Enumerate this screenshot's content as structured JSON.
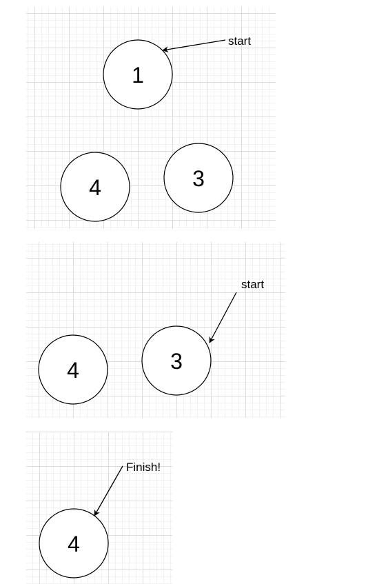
{
  "diagrams": [
    {
      "nodes": [
        {
          "label": "1"
        },
        {
          "label": "4"
        },
        {
          "label": "3"
        }
      ],
      "annotation": {
        "label": "start"
      }
    },
    {
      "nodes": [
        {
          "label": "4"
        },
        {
          "label": "3"
        }
      ],
      "annotation": {
        "label": "start"
      }
    },
    {
      "nodes": [
        {
          "label": "4"
        }
      ],
      "annotation": {
        "label": "Finish!"
      }
    }
  ],
  "colors": {
    "stroke": "#000000",
    "node_fill": "#ffffff",
    "grid_major": "#dcdcdc",
    "grid_minor": "#f1f1f1"
  }
}
